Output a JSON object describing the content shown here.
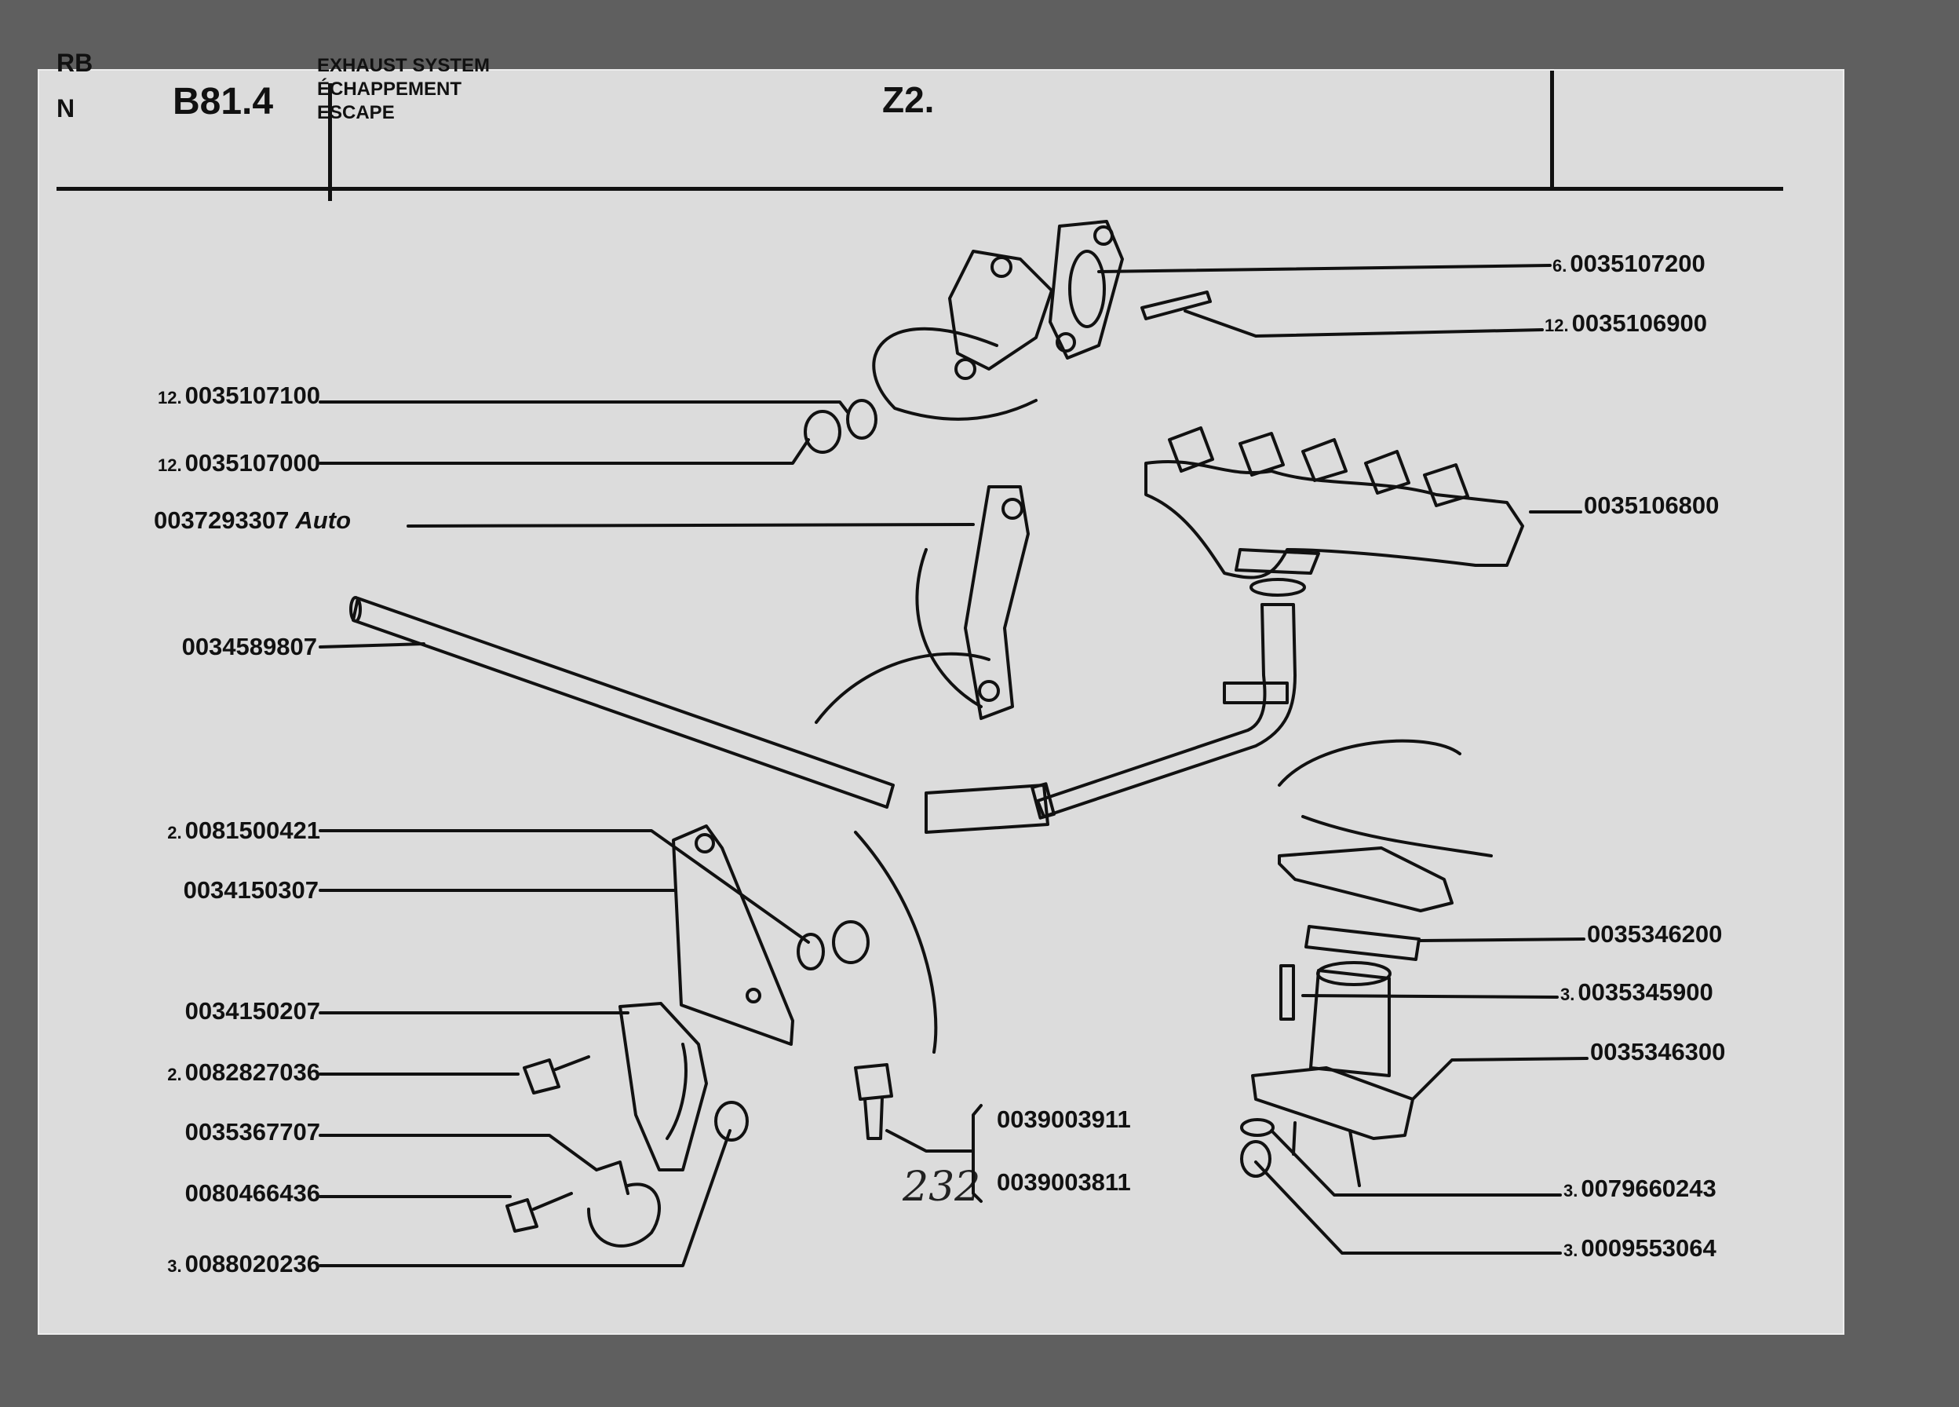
{
  "header": {
    "rb": "RB",
    "n": "N",
    "page_code": "B81.4",
    "system_en": "EXHAUST SYSTEM",
    "system_fr": "ÉCHAPPEMENT",
    "system_es": "ESCAPE",
    "group": "Z2."
  },
  "parts_left": [
    {
      "qty": "12.",
      "part": "0035107100",
      "note": ""
    },
    {
      "qty": "12.",
      "part": "0035107000",
      "note": ""
    },
    {
      "qty": "",
      "part": "0037293307",
      "note": "Auto"
    },
    {
      "qty": "",
      "part": "0034589807",
      "note": ""
    },
    {
      "qty": "2.",
      "part": "0081500421",
      "note": ""
    },
    {
      "qty": "",
      "part": "0034150307",
      "note": ""
    },
    {
      "qty": "",
      "part": "0034150207",
      "note": ""
    },
    {
      "qty": "2.",
      "part": "0082827036",
      "note": ""
    },
    {
      "qty": "",
      "part": "0035367707",
      "note": ""
    },
    {
      "qty": "",
      "part": "0080466436",
      "note": ""
    },
    {
      "qty": "3.",
      "part": "0088020236",
      "note": ""
    }
  ],
  "parts_right": [
    {
      "qty": "6.",
      "part": "0035107200"
    },
    {
      "qty": "12.",
      "part": "0035106900"
    },
    {
      "qty": "",
      "part": "0035106800"
    },
    {
      "qty": "",
      "part": "0035346200"
    },
    {
      "qty": "3.",
      "part": "0035345900"
    },
    {
      "qty": "",
      "part": "0035346300"
    },
    {
      "qty": "3.",
      "part": "0079660243"
    },
    {
      "qty": "3.",
      "part": "0009553064"
    }
  ],
  "parts_center": [
    {
      "part": "0039003911"
    },
    {
      "part": "0039003811"
    }
  ],
  "handwritten_page": "232"
}
